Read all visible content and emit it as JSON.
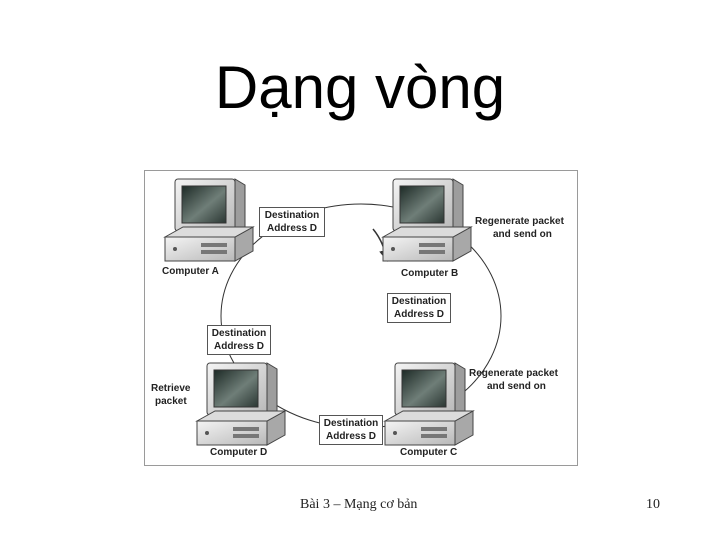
{
  "slide": {
    "title": "Dạng vòng",
    "footer": "Bài 3 – Mạng cơ bản",
    "page_number": "10"
  },
  "diagram": {
    "computers": {
      "a": "Computer A",
      "b": "Computer B",
      "c": "Computer C",
      "d": "Computer D"
    },
    "packets": {
      "ab": [
        "Destination",
        "Address D"
      ],
      "bc": [
        "Destination",
        "Address D"
      ],
      "cd": [
        "Destination",
        "Address D"
      ],
      "ad": [
        "Destination",
        "Address D"
      ]
    },
    "notes": {
      "b": [
        "Regenerate packet",
        "and send on"
      ],
      "c": [
        "Regenerate packet",
        "and send on"
      ],
      "d": [
        "Retrieve",
        "packet"
      ]
    }
  }
}
